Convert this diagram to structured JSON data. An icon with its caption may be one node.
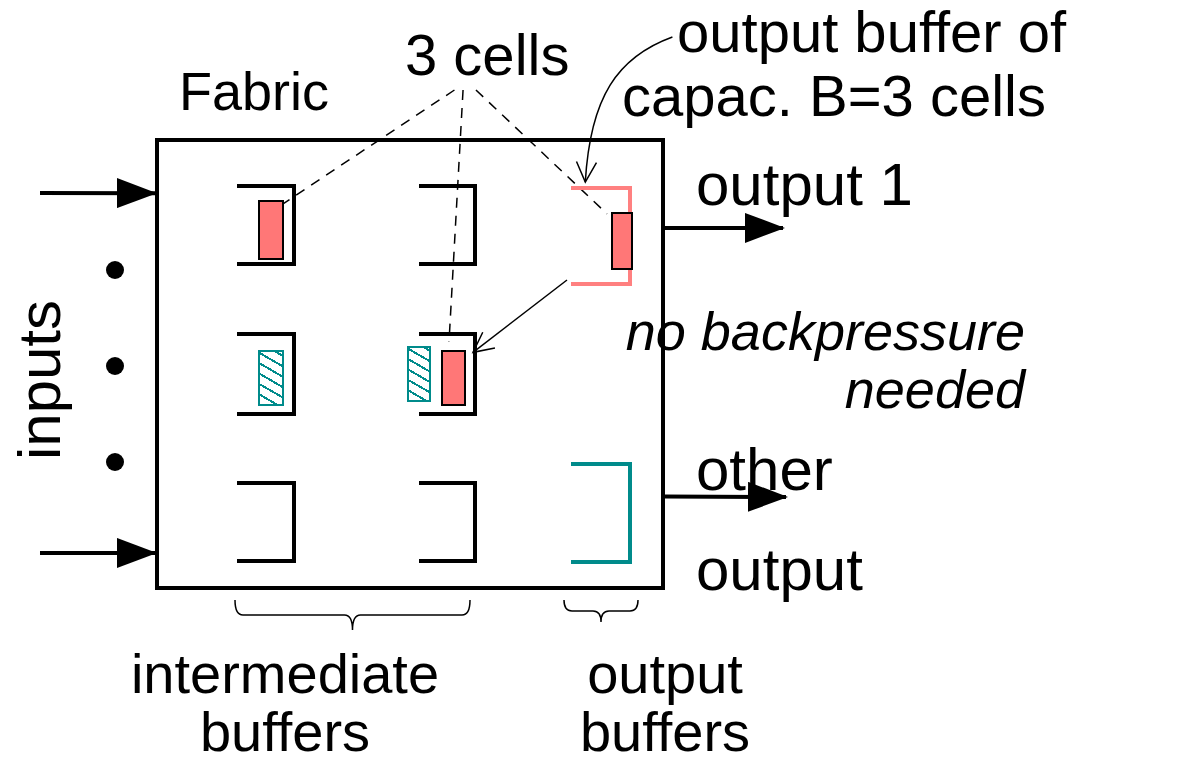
{
  "diagram": {
    "nodes": [
      {
        "text": [
          "Fabric"
        ]
      },
      {
        "text": [],
        "shape": "box",
        "in": 0
      },
      {
        "text": [],
        "shape": "box",
        "in": 0
      },
      {
        "text": [],
        "shape": "box",
        "in": 0
      },
      {
        "text": [],
        "shape": "box",
        "in": 0
      },
      {
        "text": [],
        "shape": "box",
        "in": 0
      },
      {
        "text": [],
        "shape": "box",
        "in": 0
      },
      {
        "text": [],
        "shape": "box",
        "in": 0
      },
      {
        "text": [],
        "shape": "box",
        "in": 0
      },
      {
        "text": [],
        "shape": "bar",
        "in": 1
      },
      {
        "text": [],
        "shape": "bar",
        "in": 3
      },
      {
        "text": [],
        "shape": "bar",
        "in": 4
      },
      {
        "text": [],
        "shape": "bar",
        "in": 0
      },
      {
        "text": [],
        "shape": "bar",
        "in": 5
      },
      {
        "text": [
          "3 cells"
        ]
      },
      {
        "text": [
          "output buffer of capac. B=3 cells"
        ]
      },
      {
        "text": [
          "output 1"
        ]
      },
      {
        "text": [
          "other output"
        ]
      }
    ],
    "edges": [
      {
        "from": 14,
        "to": 9,
        "arrow": "none",
        "style": "dashed"
      },
      {
        "from": 14,
        "to": 13,
        "arrow": "none",
        "style": "dashed"
      },
      {
        "from": 14,
        "to": 10,
        "arrow": "none",
        "style": "dashed"
      },
      {
        "from": 15,
        "to": 3,
        "arrow": "to"
      },
      {
        "from": 3,
        "to": 5,
        "arrow": "to",
        "label": "no backpressure needed"
      },
      {
        "from": null,
        "to": 0,
        "arrow": "to",
        "style": "thick"
      },
      {
        "from": null,
        "to": 0,
        "arrow": "to",
        "style": "thick"
      },
      {
        "from": 0,
        "to": 16,
        "arrow": "to",
        "style": "thick"
      },
      {
        "from": 0,
        "to": 17,
        "arrow": "to",
        "style": "thick"
      }
    ],
    "labels": [
      "inputs",
      "intermediate buffers",
      "output buffers"
    ]
  }
}
